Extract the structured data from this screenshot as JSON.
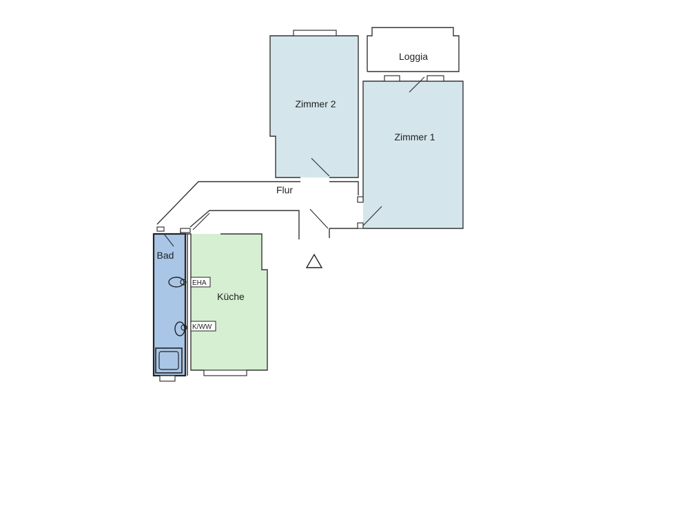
{
  "colors": {
    "room_blue_light": "#d4e6ec",
    "room_bath": "#a9c6e6",
    "room_kitchen": "#d6efd2",
    "wall": "#333333"
  },
  "rooms": {
    "loggia": {
      "label": "Loggia"
    },
    "zimmer2": {
      "label": "Zimmer 2"
    },
    "zimmer1": {
      "label": "Zimmer 1"
    },
    "flur": {
      "label": "Flur"
    },
    "bad": {
      "label": "Bad"
    },
    "kueche": {
      "label": "Küche"
    }
  },
  "fixtures": {
    "eha": {
      "label": "EHA"
    },
    "kww": {
      "label": "K/WW"
    }
  },
  "symbols": {
    "north": "triangle-north-icon"
  }
}
